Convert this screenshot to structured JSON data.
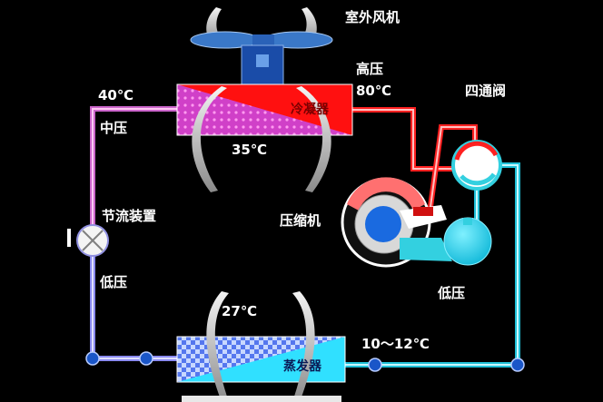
{
  "labels": {
    "outdoor_fan": "室外风机",
    "high_pressure": "高压",
    "temp_80": "80℃",
    "four_way_valve": "四通阀",
    "temp_40": "40℃",
    "mid_pressure": "中压",
    "condenser": "冷凝器",
    "temp_35": "35℃",
    "compressor": "压缩机",
    "throttle": "节流装置",
    "low_pressure_left": "低压",
    "low_pressure_right": "低压",
    "temp_27": "27℃",
    "temp_10_12": "10～12℃",
    "evaporator": "蒸发器"
  },
  "colors": {
    "background": "#000000",
    "condenser_pink": "#d050c8",
    "condenser_red": "#ff1010",
    "high_pressure_pipe": "#ff2020",
    "mid_pressure_pipe": "#cc66cc",
    "low_pressure_pipe": "#33d0e0",
    "evaporator_cyan": "#30e0ff",
    "node_blue": "#1a56c8",
    "fan_blue": "#3a78c8"
  }
}
